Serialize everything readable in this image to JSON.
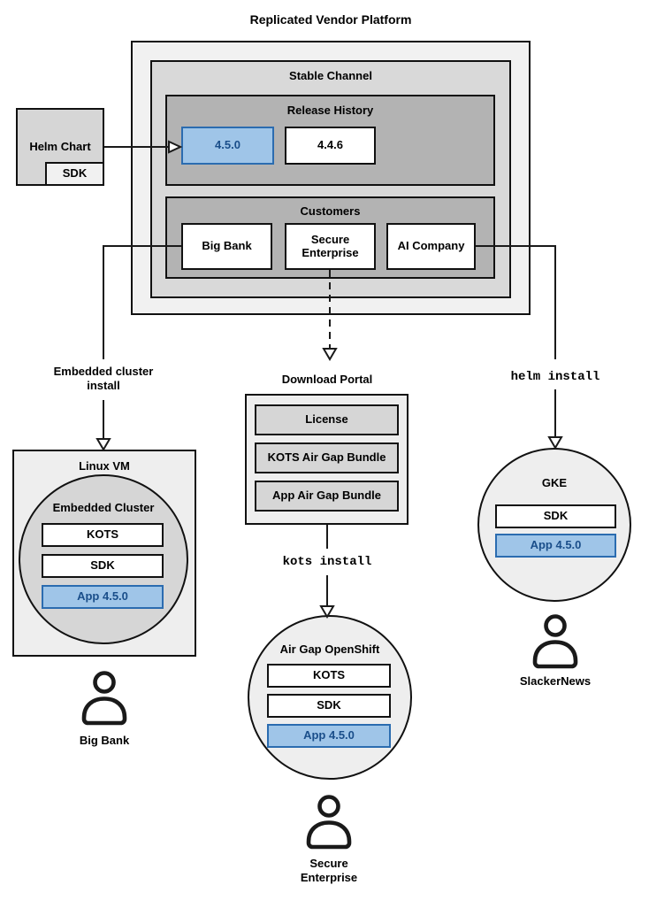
{
  "title": "Replicated Vendor Platform",
  "platform": {
    "stable_channel_label": "Stable Channel",
    "release_history": {
      "label": "Release History",
      "current_version": "4.5.0",
      "previous_version": "4.4.6"
    },
    "customers": {
      "label": "Customers",
      "big_bank": "Big Bank",
      "secure_enterprise": "Secure Enterprise",
      "ai_company": "AI Company"
    }
  },
  "helm_chart": {
    "label": "Helm Chart",
    "sdk": "SDK"
  },
  "connectors": {
    "embedded_install": "Embedded cluster install",
    "download_portal": "Download Portal",
    "kots_install": "kots install",
    "helm_install": "helm install"
  },
  "download_portal": {
    "license": "License",
    "kots_bundle": "KOTS Air Gap Bundle",
    "app_bundle": "App Air Gap Bundle"
  },
  "linux_vm": {
    "label": "Linux VM",
    "cluster_label": "Embedded Cluster",
    "components": [
      "KOTS",
      "SDK",
      "App 4.5.0"
    ]
  },
  "airgap_openshift": {
    "label": "Air Gap OpenShift",
    "components": [
      "KOTS",
      "SDK",
      "App 4.5.0"
    ]
  },
  "gke": {
    "label": "GKE",
    "components": [
      "SDK",
      "App 4.5.0"
    ]
  },
  "users": {
    "big_bank": "Big Bank",
    "secure_enterprise": "Secure Enterprise",
    "slackernews": "SlackerNews"
  },
  "colors": {
    "highlight-fill": "#9fc5e8",
    "highlight-border": "#2b6cb0",
    "highlight-text": "#1a4e8a",
    "box-border": "#111111",
    "gray-light": "#f1f1f1",
    "gray-mid": "#d9d9d9",
    "gray-dark": "#b3b3b3",
    "panel": "#eeeeee",
    "circle-gray": "#d6d6d6"
  }
}
